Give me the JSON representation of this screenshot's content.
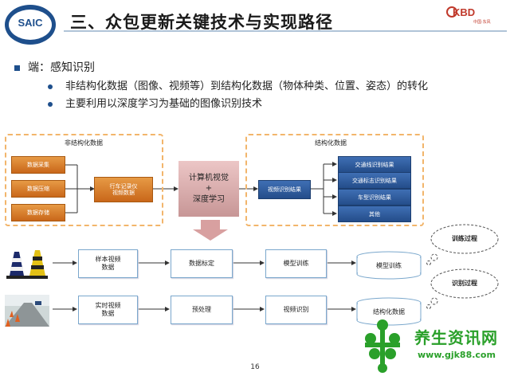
{
  "header": {
    "title": "三、众包更新关键技术与实现路径",
    "logo_left": "SAIC",
    "logo_right": "KBD",
    "logo_right_sub": "中国·东风"
  },
  "bullets": {
    "level1": "端：感知识别",
    "level2": [
      "非结构化数据（图像、视频等）到结构化数据（物体种类、位置、姿态）的转化",
      "主要利用以深度学习为基础的图像识别技术"
    ]
  },
  "diagram": {
    "unstructured_group_title": "非结构化数据",
    "structured_group_title": "结构化数据",
    "inputs": [
      "数据采集",
      "数据压缩",
      "数据存储"
    ],
    "recorder_box": [
      "行车记录仪",
      "视频数据"
    ],
    "center_box": [
      "计算机视觉",
      "+",
      "深度学习"
    ],
    "video_result": "视频识别结果",
    "outputs": [
      "交通线识别结果",
      "交通标志识别结果",
      "车型识别结果",
      "其他"
    ],
    "train_row": [
      "样本视频\n数据",
      "数据标定",
      "模型训练"
    ],
    "train_result": "模型训练",
    "train_cloud": "训练过程",
    "infer_row": [
      "实时视频\n数据",
      "预处理",
      "视频识别"
    ],
    "infer_result": "结构化数据",
    "infer_cloud": "识别过程",
    "colors": {
      "orange": "#d9782a",
      "blue": "#2d5c9e",
      "pink": "#d8a9a9",
      "dash": "#f2b56b"
    }
  },
  "footer": {
    "page_number": "16",
    "watermark_title": "养生资讯网",
    "watermark_url": "www.gjk88.com"
  }
}
